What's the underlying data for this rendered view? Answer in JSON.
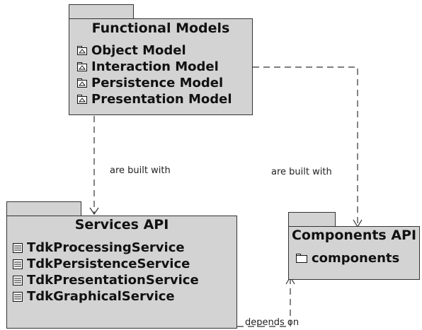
{
  "packages": {
    "functional_models": {
      "title": "Functional Models",
      "items": [
        "Object Model",
        "Interaction Model",
        "Persistence Model",
        "Presentation Model"
      ]
    },
    "services_api": {
      "title": "Services API",
      "items": [
        "TdkProcessingService",
        "TdkPersistenceService",
        "TdkPresentationService",
        "TdkGraphicalService"
      ]
    },
    "components_api": {
      "title": "Components API",
      "items": [
        "components"
      ]
    }
  },
  "connectors": {
    "functional_to_services": "are built with",
    "functional_to_components": "are built with",
    "services_to_components": "depends on"
  },
  "icons": {
    "model_package": "folder-diagram-icon",
    "class_item": "class-list-icon",
    "package_item": "folder-icon"
  },
  "colors": {
    "package_fill": "#d3d3d3",
    "outline": "#333333",
    "connector": "#333333"
  }
}
